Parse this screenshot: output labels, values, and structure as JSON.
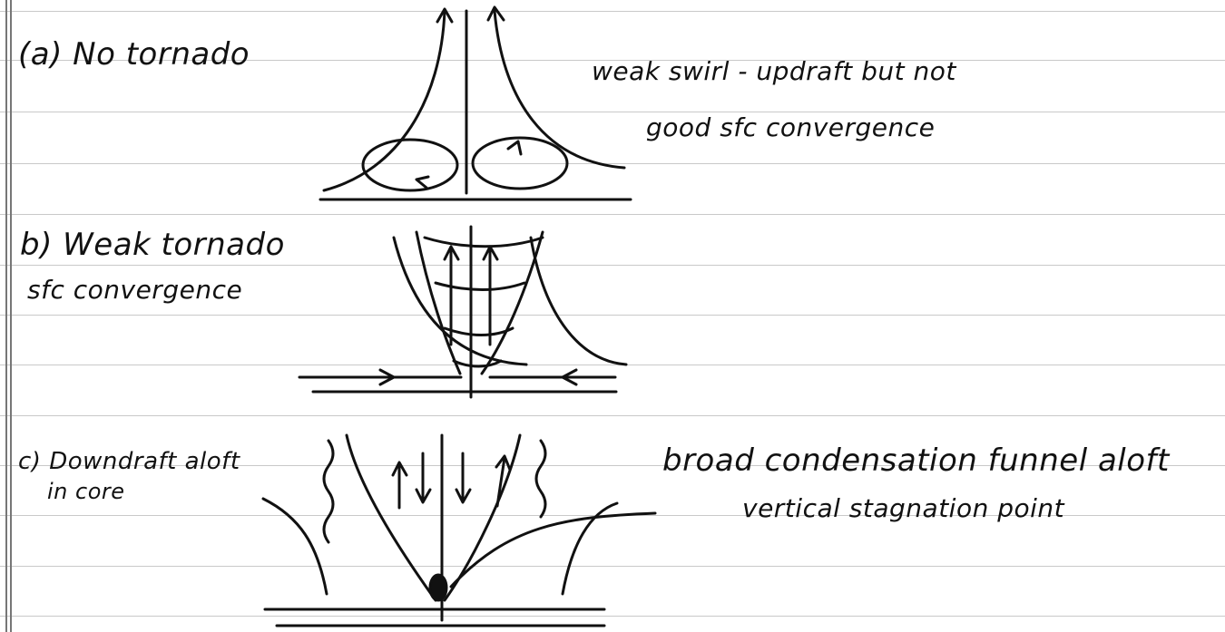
{
  "panels": {
    "a": {
      "label": "(a) No tornado",
      "note_line1": "weak swirl - updraft but not",
      "note_line2": "good sfc convergence"
    },
    "b": {
      "label_line1": "b) Weak tornado",
      "label_line2": "sfc convergence"
    },
    "c": {
      "label_line1": "c) Downdraft aloft",
      "label_line2": "in core",
      "note_funnel": "broad condensation funnel aloft",
      "note_stagnation": "vertical stagnation point"
    }
  },
  "colors": {
    "ink": "#111111",
    "ruled_line": "#c9c9c9",
    "margin_line": "#777777",
    "paper": "#ffffff"
  }
}
